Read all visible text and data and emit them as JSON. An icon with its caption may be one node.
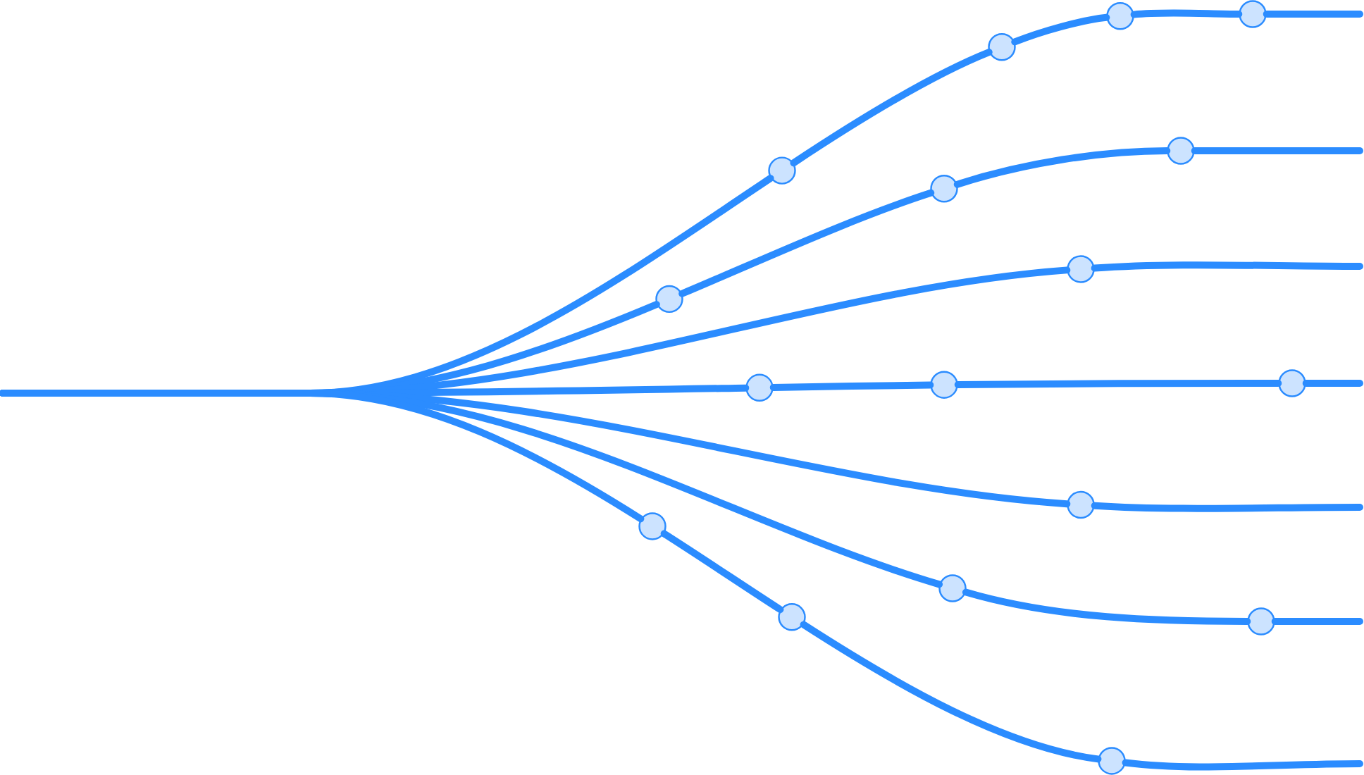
{
  "diagram": {
    "nodes": [
      {
        "text": [],
        "shape": "circle"
      },
      {
        "text": [],
        "shape": "circle"
      },
      {
        "text": [],
        "shape": "circle"
      },
      {
        "text": [],
        "shape": "circle"
      },
      {
        "text": [],
        "shape": "circle"
      },
      {
        "text": [],
        "shape": "circle"
      },
      {
        "text": [],
        "shape": "circle"
      },
      {
        "text": [],
        "shape": "circle"
      },
      {
        "text": [],
        "shape": "circle"
      },
      {
        "text": [],
        "shape": "circle"
      },
      {
        "text": [],
        "shape": "circle"
      },
      {
        "text": [],
        "shape": "circle"
      },
      {
        "text": [],
        "shape": "circle"
      },
      {
        "text": [],
        "shape": "circle"
      },
      {
        "text": [],
        "shape": "circle"
      },
      {
        "text": [],
        "shape": "circle"
      },
      {
        "text": [],
        "shape": "circle"
      }
    ],
    "edges": [
      {
        "from": null,
        "to": 3,
        "arrow": "none"
      },
      {
        "from": 3,
        "to": 8,
        "arrow": "none"
      },
      {
        "from": 8,
        "to": 12,
        "arrow": "none"
      },
      {
        "from": 12,
        "to": 14,
        "arrow": "none"
      },
      {
        "from": 14,
        "to": null,
        "arrow": "none"
      },
      {
        "from": null,
        "to": 1,
        "arrow": "none"
      },
      {
        "from": 1,
        "to": 5,
        "arrow": "none"
      },
      {
        "from": 5,
        "to": 13,
        "arrow": "none"
      },
      {
        "from": 13,
        "to": null,
        "arrow": "none"
      },
      {
        "from": null,
        "to": 9,
        "arrow": "none"
      },
      {
        "from": 9,
        "to": null,
        "arrow": "none"
      },
      {
        "from": null,
        "to": 2,
        "arrow": "none"
      },
      {
        "from": 2,
        "to": 6,
        "arrow": "none"
      },
      {
        "from": 6,
        "to": 16,
        "arrow": "none"
      },
      {
        "from": 16,
        "to": null,
        "arrow": "none"
      },
      {
        "from": null,
        "to": 10,
        "arrow": "none"
      },
      {
        "from": 10,
        "to": null,
        "arrow": "none"
      },
      {
        "from": null,
        "to": 7,
        "arrow": "none"
      },
      {
        "from": 7,
        "to": 15,
        "arrow": "none"
      },
      {
        "from": 15,
        "to": null,
        "arrow": "none"
      },
      {
        "from": null,
        "to": 0,
        "arrow": "none"
      },
      {
        "from": 0,
        "to": 4,
        "arrow": "none"
      },
      {
        "from": 4,
        "to": 11,
        "arrow": "none"
      },
      {
        "from": 11,
        "to": null,
        "arrow": "none"
      }
    ]
  }
}
